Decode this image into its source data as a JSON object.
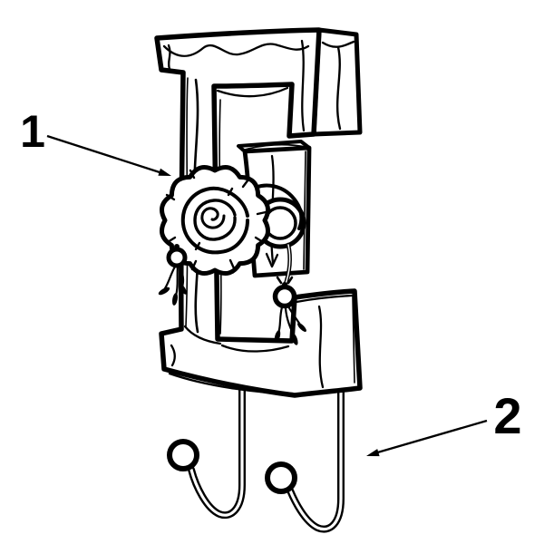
{
  "figure": {
    "description": "Line-art diagram of a decorative letter E wall plaque with a flower ornament and two ball-tip wire hooks",
    "background_color": "#ffffff",
    "ink_color": "#000000",
    "letter": "E",
    "callouts": [
      {
        "label": "1",
        "points_to": "flower-ornament"
      },
      {
        "label": "2",
        "points_to": "ball-tip-hook"
      }
    ]
  }
}
